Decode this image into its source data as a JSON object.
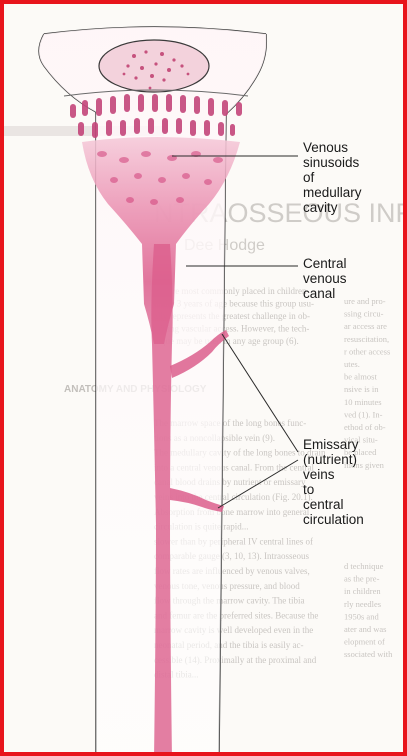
{
  "colors": {
    "frame_border": "#e8141c",
    "bone_outline": "#3a3a3a",
    "marrow_pink": "#d9477a",
    "label_text": "#1a1a1a",
    "bg_text": "#8a8580"
  },
  "labels": {
    "sinusoids": [
      "Venous",
      "sinusoids",
      "of",
      "medullary",
      "cavity"
    ],
    "central_canal": [
      "Central",
      "venous",
      "canal"
    ],
    "emissary": [
      "Emissary",
      "(nutrient)",
      "veins",
      "to",
      "central",
      "circulation"
    ]
  },
  "background_text": {
    "heading_fragment": "NTRAOSSEOUS INFUS",
    "author_fragment": "Dee Hodge",
    "section_heading": "ANATOMY AND PHYSIOLOGY",
    "right_column_lines": [
      "ure and pro-",
      "ssing circu-",
      "ar access are",
      "resuscitation,",
      "r other access",
      "utes.",
      "be almost",
      "nsive is in",
      "10 minutes",
      "ved (1). In-",
      "ethod of ob-",
      "vical situ-",
      "be placed",
      "itions given"
    ],
    "intro_lines": [
      "nes are most commonly placed in children",
      "under 3 years of age because this group usu-",
      "ally represents the greatest challenge in ob-",
      "taining vascular access. However, the tech-",
      "nique may be used in any age group (6)."
    ],
    "body_lines": [
      "The marrow space of the long bones func-",
      "tions as a noncollapsible vein (9).",
      "The medullary cavity of the long bones to drain",
      "into a central venous canal. From the central",
      "canal blood drains by nutrient or emissary",
      "veins into the central circulation (Fig. 20.1).",
      "Absorption from bone marrow into general",
      "circulation is quite rapid...",
      "slower than by peripheral IV central lines of",
      "comparable gauge (3, 10, 13). Intraosseous",
      "flow rates are influenced by venous valves,",
      "venous tone, venous pressure, and blood",
      "flow through the marrow cavity. The tibia",
      "and femur are the preferred sites. Because the",
      "marrow cavity is well developed even in the",
      "neonatal period, and the tibia is easily ac-",
      "cessible (14). Proximally at the proximal and",
      "distal tibia..."
    ],
    "right_lower_lines": [
      "d technique",
      "as the pre-",
      "in children",
      "rly needles",
      "1950s and",
      "ater and was",
      "elopment of",
      "ssociated with"
    ]
  }
}
